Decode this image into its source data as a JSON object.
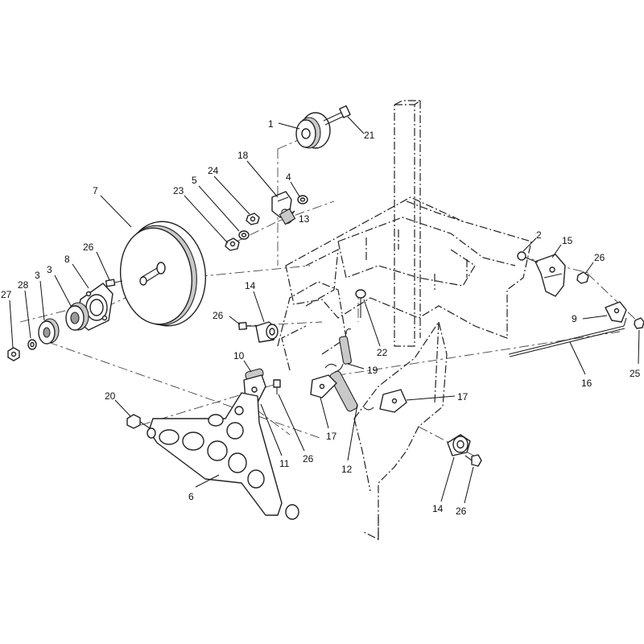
{
  "callouts": [
    {
      "id": "c1",
      "text": "1"
    },
    {
      "id": "c21",
      "text": "21"
    },
    {
      "id": "c18",
      "text": "18"
    },
    {
      "id": "c24",
      "text": "24"
    },
    {
      "id": "c4",
      "text": "4"
    },
    {
      "id": "c7",
      "text": "7"
    },
    {
      "id": "c5",
      "text": "5"
    },
    {
      "id": "c23",
      "text": "23"
    },
    {
      "id": "c13",
      "text": "13"
    },
    {
      "id": "c2",
      "text": "2"
    },
    {
      "id": "c15",
      "text": "15"
    },
    {
      "id": "c26a",
      "text": "26"
    },
    {
      "id": "c26b",
      "text": "26"
    },
    {
      "id": "c8",
      "text": "8"
    },
    {
      "id": "c3a",
      "text": "3"
    },
    {
      "id": "c3b",
      "text": "3"
    },
    {
      "id": "c27",
      "text": "27"
    },
    {
      "id": "c28",
      "text": "28"
    },
    {
      "id": "c14a",
      "text": "14"
    },
    {
      "id": "c26c",
      "text": "26"
    },
    {
      "id": "c9",
      "text": "9"
    },
    {
      "id": "c25",
      "text": "25"
    },
    {
      "id": "c16",
      "text": "16"
    },
    {
      "id": "c22",
      "text": "22"
    },
    {
      "id": "c19",
      "text": "19"
    },
    {
      "id": "c10",
      "text": "10"
    },
    {
      "id": "c17a",
      "text": "17"
    },
    {
      "id": "c17b",
      "text": "17"
    },
    {
      "id": "c20",
      "text": "20"
    },
    {
      "id": "c11",
      "text": "11"
    },
    {
      "id": "c26d",
      "text": "26"
    },
    {
      "id": "c12",
      "text": "12"
    },
    {
      "id": "c6",
      "text": "6"
    },
    {
      "id": "c14b",
      "text": "14"
    },
    {
      "id": "c26e",
      "text": "26"
    }
  ]
}
